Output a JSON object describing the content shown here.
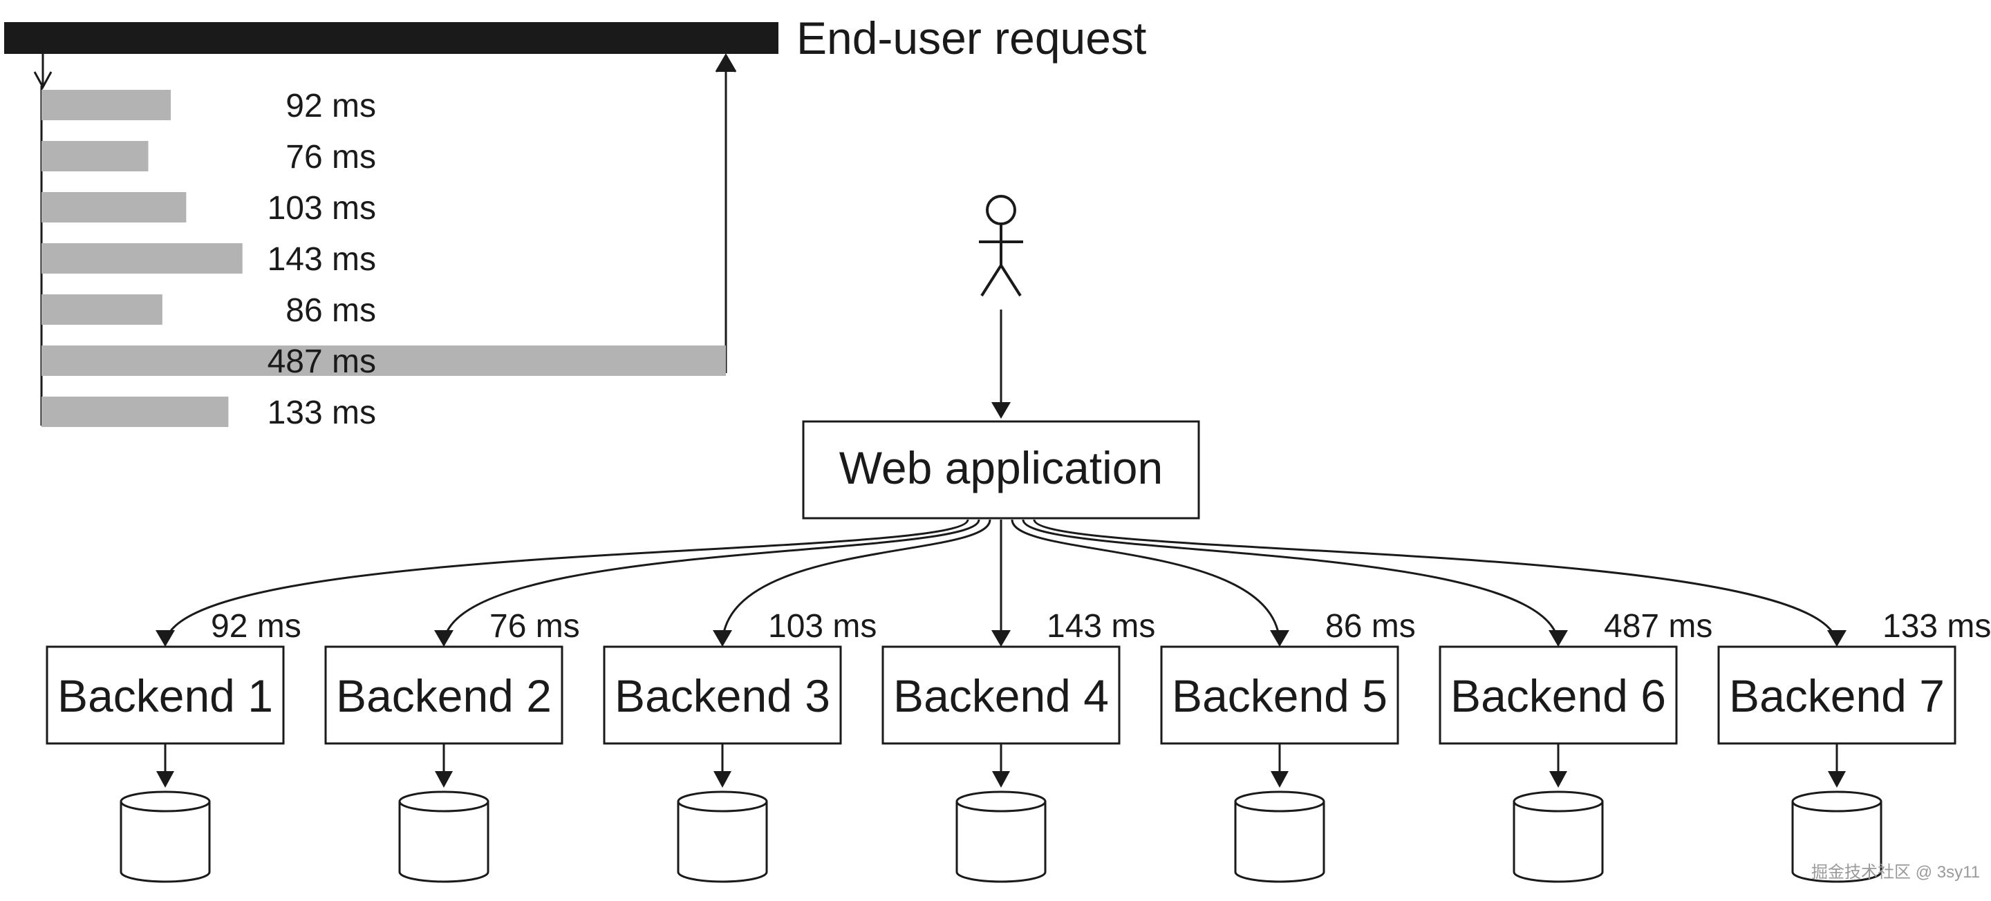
{
  "request_bar": {
    "label": "End-user request"
  },
  "web_app": {
    "label": "Web application"
  },
  "calls": [
    {
      "backend": "Backend 1",
      "latency_ms": 92,
      "latency_label": "92 ms"
    },
    {
      "backend": "Backend 2",
      "latency_ms": 76,
      "latency_label": "76 ms"
    },
    {
      "backend": "Backend 3",
      "latency_ms": 103,
      "latency_label": "103 ms"
    },
    {
      "backend": "Backend 4",
      "latency_ms": 143,
      "latency_label": "143 ms"
    },
    {
      "backend": "Backend 5",
      "latency_ms": 86,
      "latency_label": "86 ms"
    },
    {
      "backend": "Backend 6",
      "latency_ms": 487,
      "latency_label": "487 ms"
    },
    {
      "backend": "Backend 7",
      "latency_ms": 133,
      "latency_label": "133 ms"
    }
  ],
  "watermark": "掘金技术社区 @ 3sy11",
  "colors": {
    "ink": "#1a1a1a",
    "latency_bar": "#b3b3b3",
    "request_bar": "#1a1a1a"
  }
}
